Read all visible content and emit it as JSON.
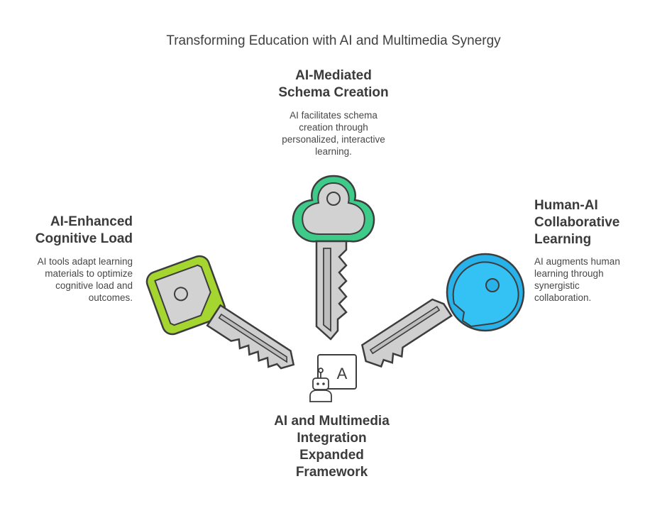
{
  "title": "Transforming Education with AI and Multimedia Synergy",
  "nodes": {
    "top": {
      "heading": "AI-Mediated\nSchema Creation",
      "description": "AI facilitates schema\ncreation through\npersonalized, interactive\nlearning.",
      "key_color": "#3ecb8a"
    },
    "left": {
      "heading": "AI-Enhanced\nCognitive Load",
      "description": "AI tools adapt learning\nmaterials to optimize\ncognitive load and\noutcomes.",
      "key_color": "#a5d630"
    },
    "right": {
      "heading": "Human-AI\nCollaborative\nLearning",
      "description": "AI augments human\nlearning through\nsynergistic\ncollaboration.",
      "key_color": "#29b2ea"
    },
    "bottom": {
      "heading": "AI and Multimedia\nIntegration\nExpanded\nFramework",
      "icon": "robot-ai-icon",
      "icon_letter": "A"
    }
  }
}
